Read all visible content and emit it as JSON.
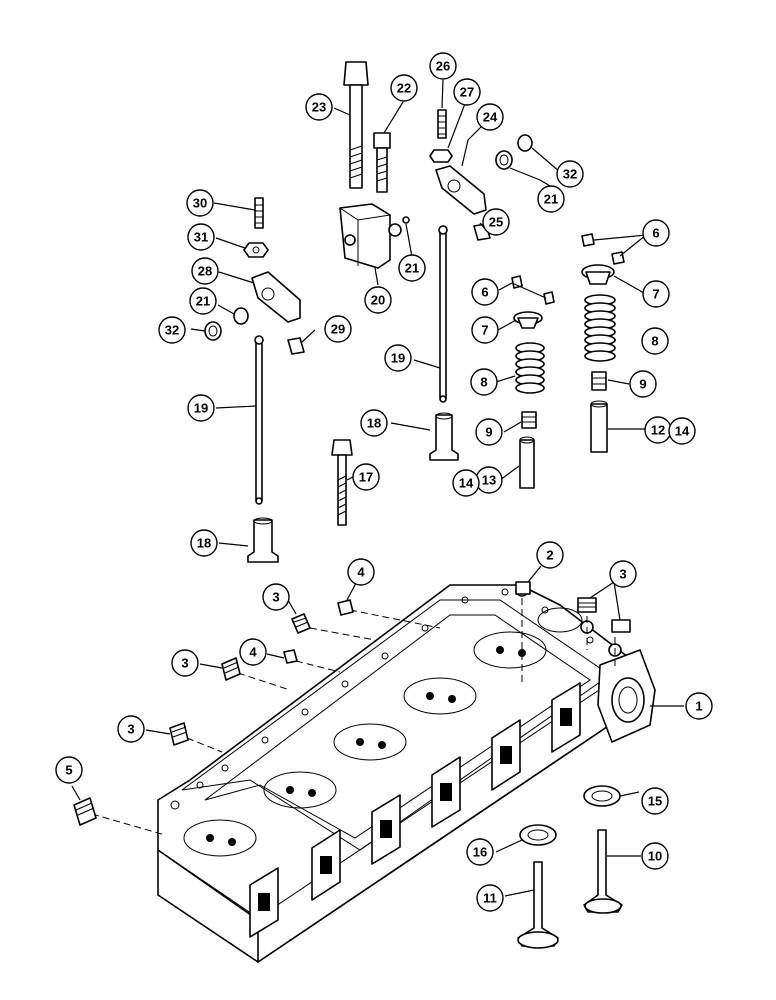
{
  "callouts": [
    {
      "id": "c1",
      "label": "1"
    },
    {
      "id": "c2",
      "label": "2"
    },
    {
      "id": "c3a",
      "label": "3"
    },
    {
      "id": "c3b",
      "label": "3"
    },
    {
      "id": "c3c",
      "label": "3"
    },
    {
      "id": "c3d",
      "label": "3"
    },
    {
      "id": "c4a",
      "label": "4"
    },
    {
      "id": "c4b",
      "label": "4"
    },
    {
      "id": "c5",
      "label": "5"
    },
    {
      "id": "c6a",
      "label": "6"
    },
    {
      "id": "c6b",
      "label": "6"
    },
    {
      "id": "c7a",
      "label": "7"
    },
    {
      "id": "c7b",
      "label": "7"
    },
    {
      "id": "c8a",
      "label": "8"
    },
    {
      "id": "c8b",
      "label": "8"
    },
    {
      "id": "c9a",
      "label": "9"
    },
    {
      "id": "c9b",
      "label": "9"
    },
    {
      "id": "c10",
      "label": "10"
    },
    {
      "id": "c11",
      "label": "11"
    },
    {
      "id": "c12",
      "label": "12"
    },
    {
      "id": "c13",
      "label": "13"
    },
    {
      "id": "c14a",
      "label": "14"
    },
    {
      "id": "c14b",
      "label": "14"
    },
    {
      "id": "c15",
      "label": "15"
    },
    {
      "id": "c16",
      "label": "16"
    },
    {
      "id": "c17",
      "label": "17"
    },
    {
      "id": "c18a",
      "label": "18"
    },
    {
      "id": "c18b",
      "label": "18"
    },
    {
      "id": "c19a",
      "label": "19"
    },
    {
      "id": "c19b",
      "label": "19"
    },
    {
      "id": "c20",
      "label": "20"
    },
    {
      "id": "c21a",
      "label": "21"
    },
    {
      "id": "c21b",
      "label": "21"
    },
    {
      "id": "c21c",
      "label": "21"
    },
    {
      "id": "c22",
      "label": "22"
    },
    {
      "id": "c23",
      "label": "23"
    },
    {
      "id": "c24",
      "label": "24"
    },
    {
      "id": "c25",
      "label": "25"
    },
    {
      "id": "c26",
      "label": "26"
    },
    {
      "id": "c27",
      "label": "27"
    },
    {
      "id": "c28",
      "label": "28"
    },
    {
      "id": "c29",
      "label": "29"
    },
    {
      "id": "c30",
      "label": "30"
    },
    {
      "id": "c31",
      "label": "31"
    },
    {
      "id": "c32a",
      "label": "32"
    },
    {
      "id": "c32b",
      "label": "32"
    }
  ]
}
